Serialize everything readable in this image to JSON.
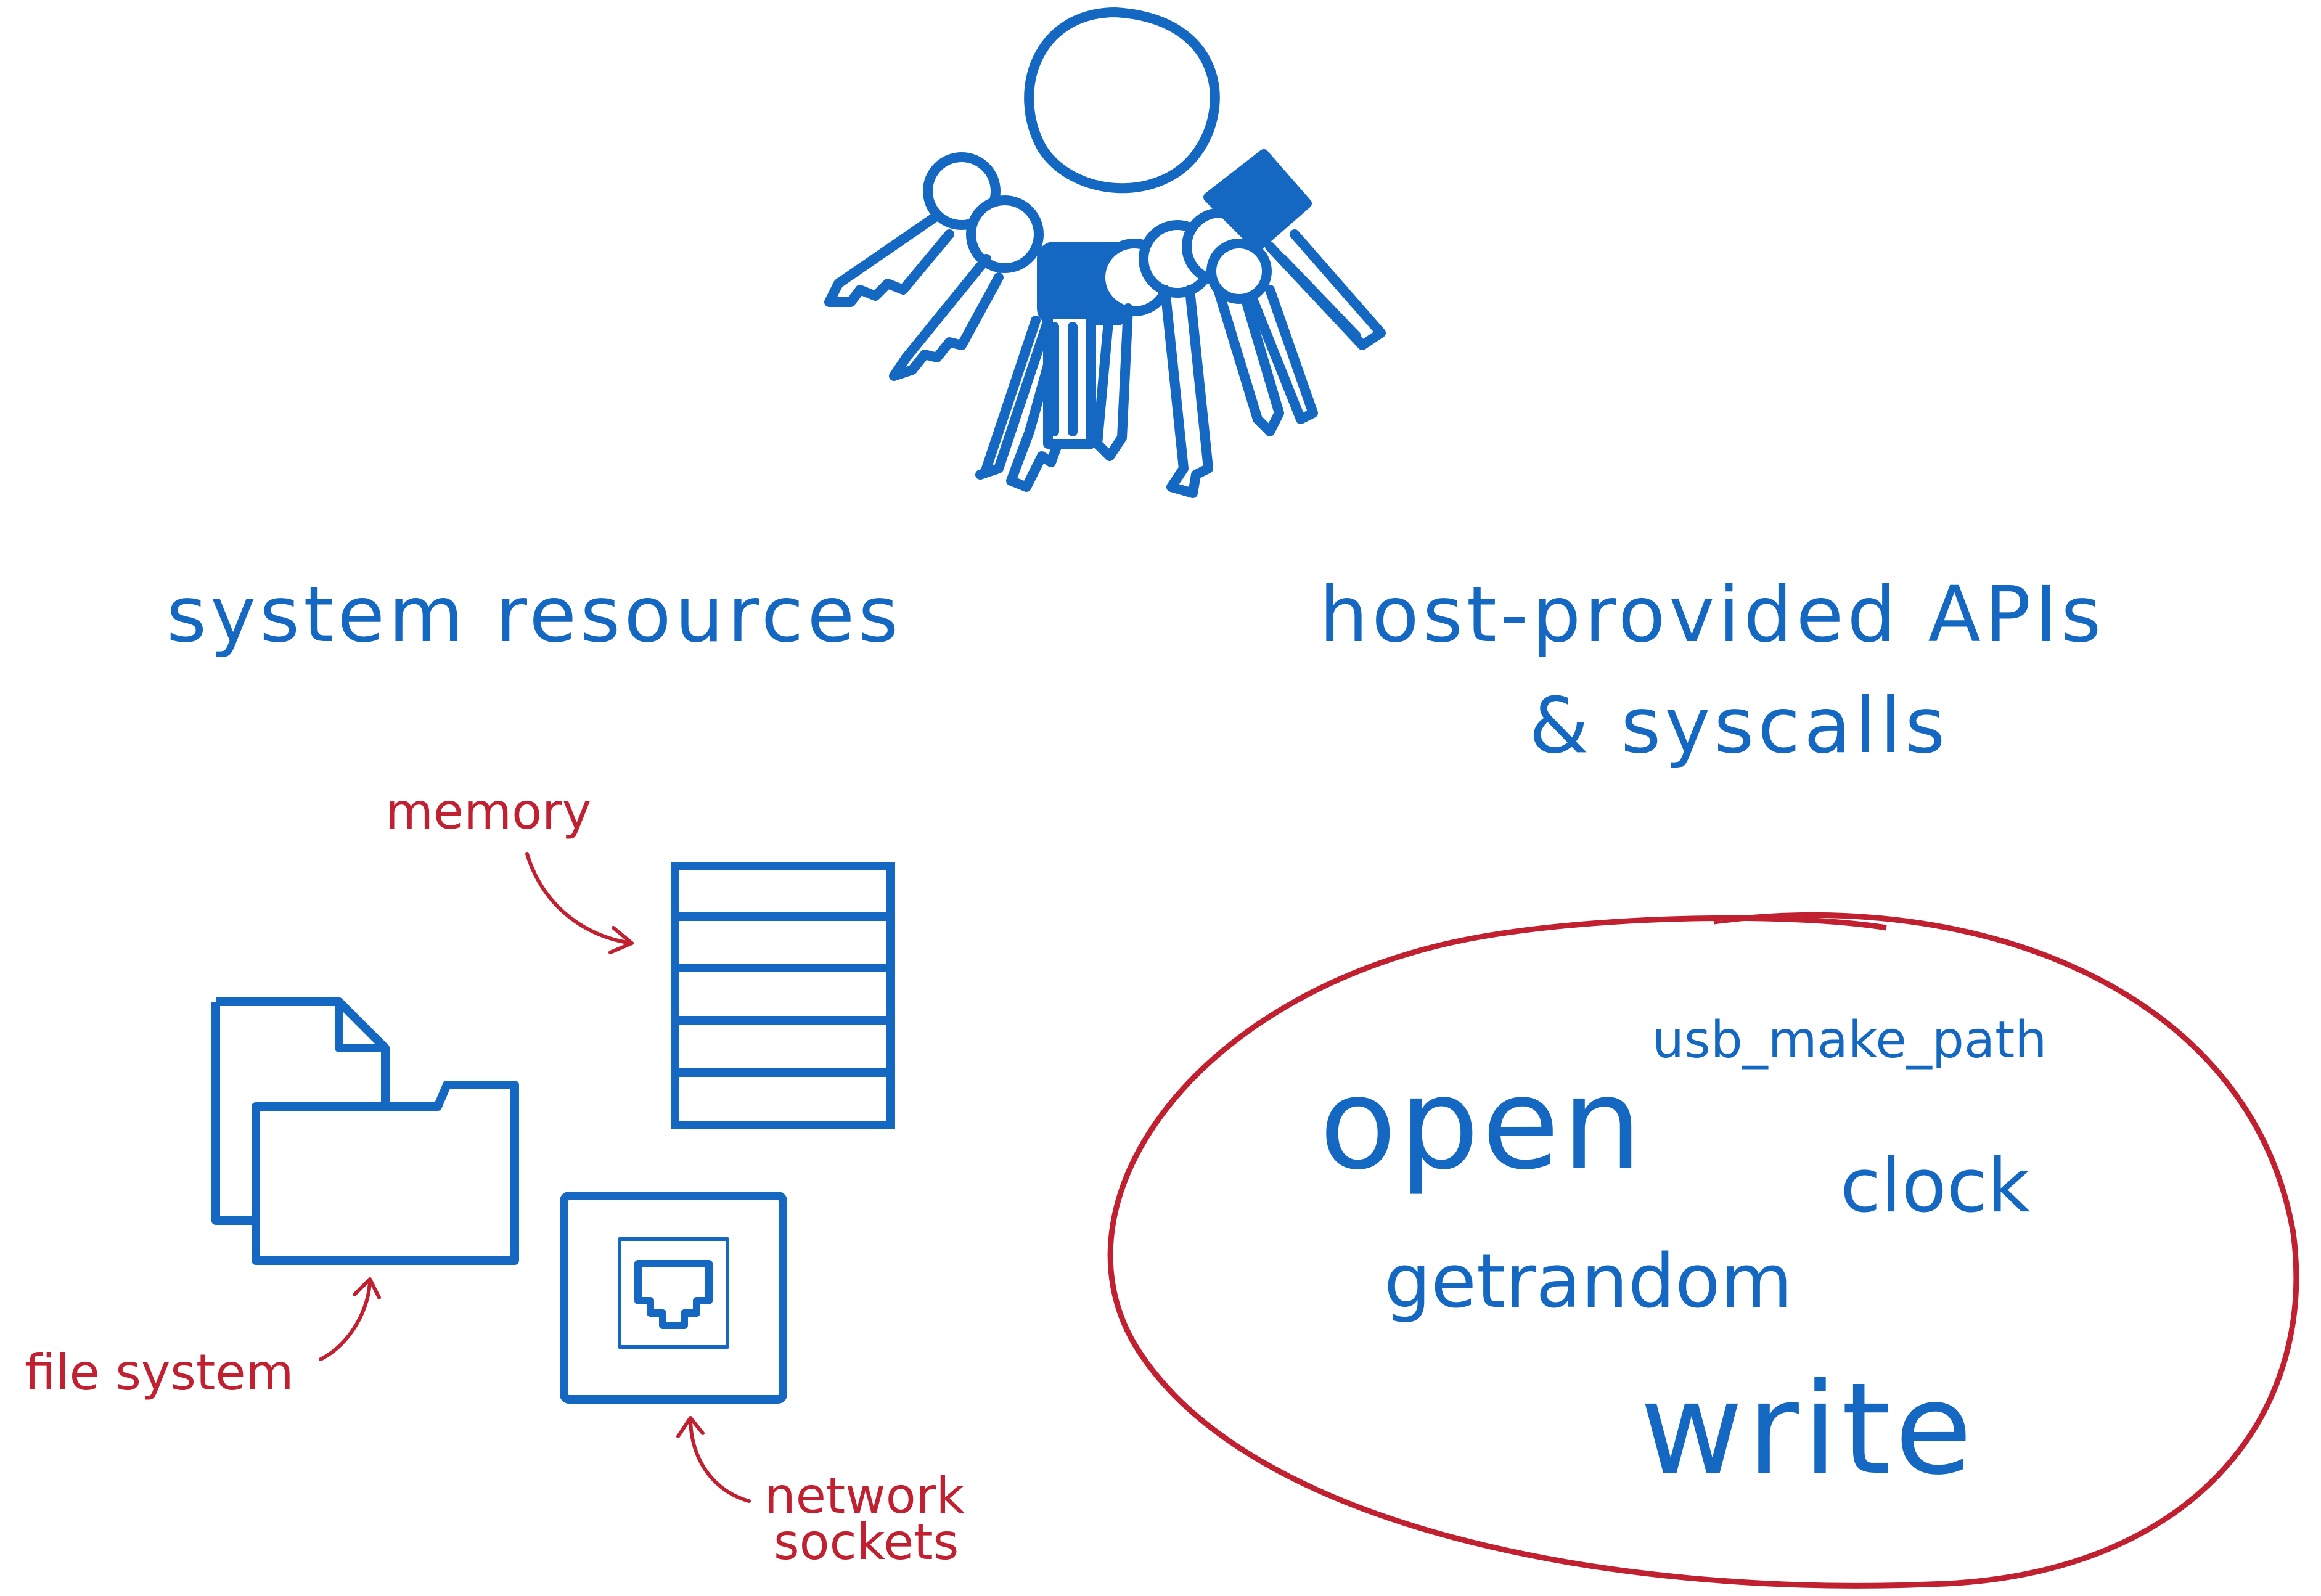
{
  "headings": {
    "system_resources": "system resources",
    "host_apis_line1": "host-provided APIs",
    "host_apis_line2": "& syscalls"
  },
  "resource_labels": {
    "memory": "memory",
    "file_system": "file system",
    "network_line1": "network",
    "network_line2": "sockets"
  },
  "api_words": {
    "open": "open",
    "usb_make_path": "usb_make_path",
    "clock": "clock",
    "getrandom": "getrandom",
    "write": "write"
  },
  "icons": {
    "keyring": "keyring-icon",
    "memory": "memory-stack-icon",
    "file_system": "folder-icon",
    "network": "ethernet-port-icon"
  },
  "colors": {
    "blue": "#1468c2",
    "red": "#c0202f"
  }
}
